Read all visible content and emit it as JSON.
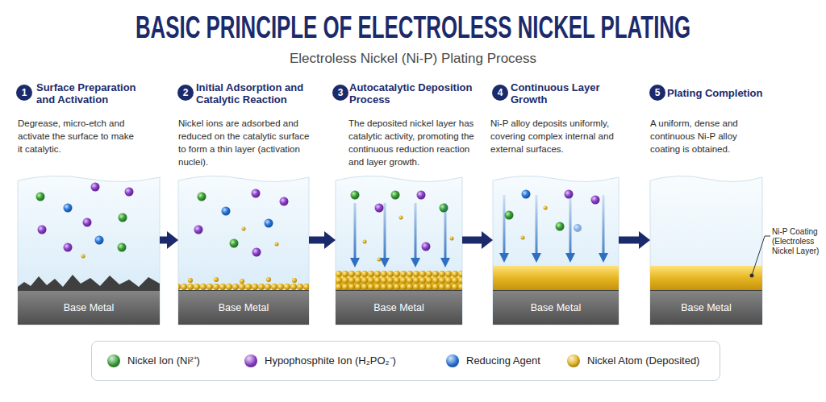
{
  "diagram": {
    "title": "BASIC PRINCIPLE OF ELECTROLESS NICKEL PLATING",
    "nodes": [
      {
        "text": [
          "1"
        ]
      },
      {
        "text": [
          "Surface Preparation and Activation",
          "Degrease, micro-etch and activate the surface to make it catalytic."
        ]
      },
      {
        "text": [
          "Base Metal"
        ],
        "in": 1
      },
      {
        "text": [
          "2"
        ]
      },
      {
        "text": [
          "Initial Adsorption and Catalytic Reaction",
          "Nickel ions are adsorbed and reduced on the catalytic surface to form a thin layer (activation nuclei)."
        ]
      },
      {
        "text": [
          "Base Metal"
        ],
        "in": 4
      },
      {
        "text": [
          "3"
        ]
      },
      {
        "text": [
          "Autocatalytic Deposition Process",
          "The deposited nickel layer has catalytic activity, promoting the continuous reduction reaction and layer growth."
        ]
      },
      {
        "text": [
          "Base Metal"
        ],
        "in": 7
      },
      {
        "text": [
          "4"
        ]
      },
      {
        "text": [
          "Continuous Layer Growth",
          "Ni-P alloy deposits uniformly, covering complex internal and external surfaces."
        ]
      },
      {
        "text": [
          "Base Metal"
        ],
        "in": 10
      },
      {
        "text": [
          "5"
        ]
      },
      {
        "text": [
          "Plating Completion",
          "A uniform, dense and continuous Ni-P alloy coating is obtained."
        ]
      },
      {
        "text": [
          "Base Metal"
        ],
        "in": 13
      }
    ],
    "edges": [
      {
        "from": 1,
        "to": 4,
        "arrow": "to"
      },
      {
        "from": 4,
        "to": 7,
        "arrow": "to"
      },
      {
        "from": 7,
        "to": 10,
        "arrow": "to"
      },
      {
        "from": 10,
        "to": 13,
        "arrow": "to"
      }
    ],
    "labels": [
      "Electroless Nickel (Ni-P) Plating Process",
      "Ni-P Coating (Electroless Nickel Layer)"
    ],
    "legend": [
      {
        "text": "Nickel Ion (Ni²⁺)",
        "color": "#3a9e3a"
      },
      {
        "text": "Hypophosphite Ion (H₂PO₂⁻)",
        "color": "#8b3fc6"
      },
      {
        "text": "Reducing Agent",
        "color": "#2a74d6"
      },
      {
        "text": "Nickel Atom (Deposited)",
        "color": "#e2b21e"
      }
    ]
  }
}
